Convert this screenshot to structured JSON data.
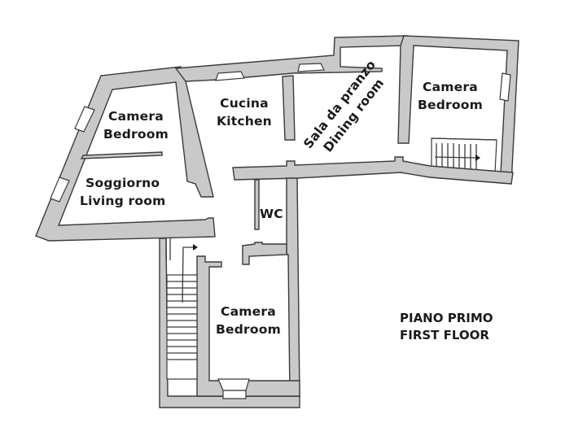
{
  "floor": {
    "name_it": "PIANO PRIMO",
    "name_en": "FIRST FLOOR"
  },
  "rooms": [
    {
      "id": "bedroom-west",
      "name_it": "Camera",
      "name_en": "Bedroom"
    },
    {
      "id": "living-room",
      "name_it": "Soggiorno",
      "name_en": "Living room"
    },
    {
      "id": "kitchen",
      "name_it": "Cucina",
      "name_en": "Kitchen"
    },
    {
      "id": "dining-room",
      "name_it": "Sala da pranzo",
      "name_en": "Dining room"
    },
    {
      "id": "bedroom-east",
      "name_it": "Camera",
      "name_en": "Bedroom"
    },
    {
      "id": "wc",
      "name_it": "WC"
    },
    {
      "id": "bedroom-south",
      "name_it": "Camera",
      "name_en": "Bedroom"
    }
  ],
  "colors": {
    "wall_fill": "#c9c9c9",
    "wall_stroke": "#3a3a3a",
    "background": "#ffffff",
    "text": "#1a1a1a"
  }
}
